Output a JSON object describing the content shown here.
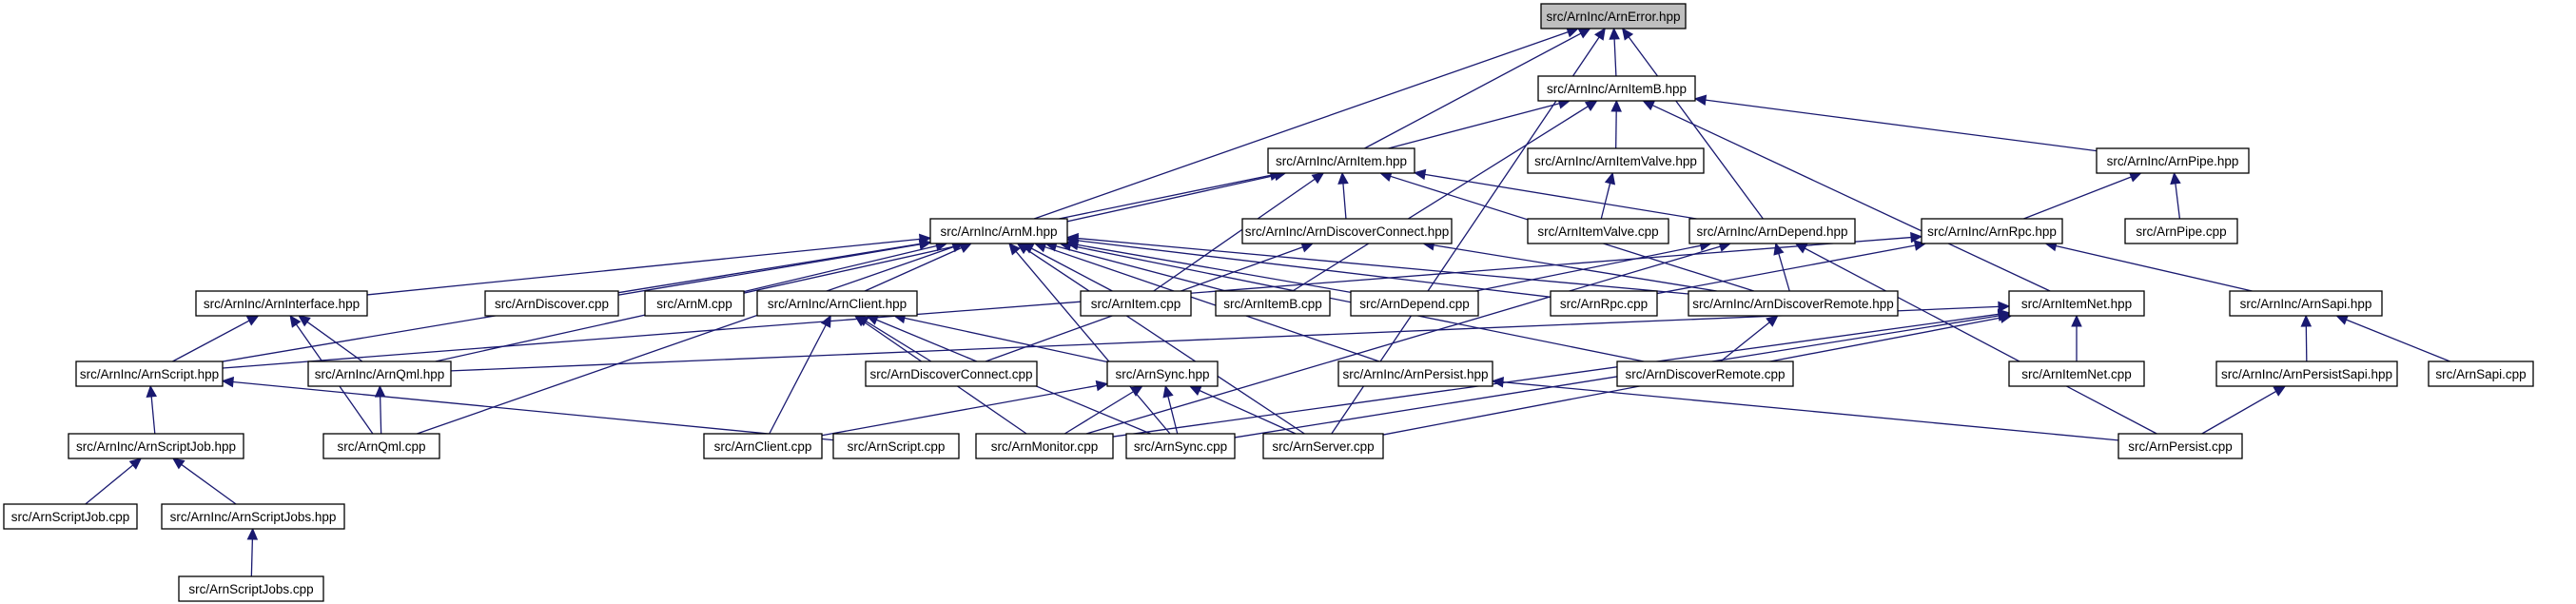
{
  "graph": {
    "kind": "include-dependency-graph",
    "edge_color": "#191970",
    "root_fill": "#bfbfbf",
    "node_fill": "#ffffff",
    "nodes": [
      {
        "id": "ArnError_hpp",
        "label": "src/ArnInc/ArnError.hpp",
        "root": true
      },
      {
        "id": "ArnItemB_hpp",
        "label": "src/ArnInc/ArnItemB.hpp"
      },
      {
        "id": "ArnItem_hpp",
        "label": "src/ArnInc/ArnItem.hpp"
      },
      {
        "id": "ArnItemValve_hpp",
        "label": "src/ArnInc/ArnItemValve.hpp"
      },
      {
        "id": "ArnPipe_hpp",
        "label": "src/ArnInc/ArnPipe.hpp"
      },
      {
        "id": "ArnM_hpp",
        "label": "src/ArnInc/ArnM.hpp"
      },
      {
        "id": "ArnDiscoverConnect_hpp",
        "label": "src/ArnInc/ArnDiscoverConnect.hpp"
      },
      {
        "id": "ArnItemValve_cpp",
        "label": "src/ArnItemValve.cpp"
      },
      {
        "id": "ArnDepend_hpp",
        "label": "src/ArnInc/ArnDepend.hpp"
      },
      {
        "id": "ArnRpc_hpp",
        "label": "src/ArnInc/ArnRpc.hpp"
      },
      {
        "id": "ArnPipe_cpp",
        "label": "src/ArnPipe.cpp"
      },
      {
        "id": "ArnInterface_hpp",
        "label": "src/ArnInc/ArnInterface.hpp"
      },
      {
        "id": "ArnDiscover_cpp",
        "label": "src/ArnDiscover.cpp"
      },
      {
        "id": "ArnM_cpp",
        "label": "src/ArnM.cpp"
      },
      {
        "id": "ArnClient_hpp",
        "label": "src/ArnInc/ArnClient.hpp"
      },
      {
        "id": "ArnItem_cpp",
        "label": "src/ArnItem.cpp"
      },
      {
        "id": "ArnItemB_cpp",
        "label": "src/ArnItemB.cpp"
      },
      {
        "id": "ArnDepend_cpp",
        "label": "src/ArnDepend.cpp"
      },
      {
        "id": "ArnRpc_cpp",
        "label": "src/ArnRpc.cpp"
      },
      {
        "id": "ArnDiscoverRemote_hpp",
        "label": "src/ArnInc/ArnDiscoverRemote.hpp"
      },
      {
        "id": "ArnItemNet_hpp",
        "label": "src/ArnItemNet.hpp"
      },
      {
        "id": "ArnSapi_hpp",
        "label": "src/ArnInc/ArnSapi.hpp"
      },
      {
        "id": "ArnScript_hpp",
        "label": "src/ArnInc/ArnScript.hpp"
      },
      {
        "id": "ArnQml_hpp",
        "label": "src/ArnInc/ArnQml.hpp"
      },
      {
        "id": "ArnDiscoverConnect_cpp",
        "label": "src/ArnDiscoverConnect.cpp"
      },
      {
        "id": "ArnSync_hpp",
        "label": "src/ArnSync.hpp"
      },
      {
        "id": "ArnPersist_hpp",
        "label": "src/ArnInc/ArnPersist.hpp"
      },
      {
        "id": "ArnDiscoverRemote_cpp",
        "label": "src/ArnDiscoverRemote.cpp"
      },
      {
        "id": "ArnItemNet_cpp",
        "label": "src/ArnItemNet.cpp"
      },
      {
        "id": "ArnPersistSapi_hpp",
        "label": "src/ArnInc/ArnPersistSapi.hpp"
      },
      {
        "id": "ArnSapi_cpp",
        "label": "src/ArnSapi.cpp"
      },
      {
        "id": "ArnScriptJob_hpp",
        "label": "src/ArnInc/ArnScriptJob.hpp"
      },
      {
        "id": "ArnQml_cpp",
        "label": "src/ArnQml.cpp"
      },
      {
        "id": "ArnClient_cpp",
        "label": "src/ArnClient.cpp"
      },
      {
        "id": "ArnScript_cpp",
        "label": "src/ArnScript.cpp"
      },
      {
        "id": "ArnMonitor_cpp",
        "label": "src/ArnMonitor.cpp"
      },
      {
        "id": "ArnSync_cpp",
        "label": "src/ArnSync.cpp"
      },
      {
        "id": "ArnServer_cpp",
        "label": "src/ArnServer.cpp"
      },
      {
        "id": "ArnPersist_cpp",
        "label": "src/ArnPersist.cpp"
      },
      {
        "id": "ArnScriptJob_cpp",
        "label": "src/ArnScriptJob.cpp"
      },
      {
        "id": "ArnScriptJobs_hpp",
        "label": "src/ArnInc/ArnScriptJobs.hpp"
      },
      {
        "id": "ArnScriptJobs_cpp",
        "label": "src/ArnScriptJobs.cpp"
      }
    ],
    "edges": [
      {
        "from": "ArnItemB_hpp",
        "to": "ArnError_hpp"
      },
      {
        "from": "ArnItem_hpp",
        "to": "ArnError_hpp"
      },
      {
        "from": "ArnM_hpp",
        "to": "ArnError_hpp"
      },
      {
        "from": "ArnDepend_hpp",
        "to": "ArnError_hpp"
      },
      {
        "from": "ArnServer_cpp",
        "to": "ArnError_hpp"
      },
      {
        "from": "ArnItem_hpp",
        "to": "ArnItemB_hpp"
      },
      {
        "from": "ArnItemValve_hpp",
        "to": "ArnItemB_hpp"
      },
      {
        "from": "ArnPipe_hpp",
        "to": "ArnItemB_hpp"
      },
      {
        "from": "ArnItemB_cpp",
        "to": "ArnItemB_hpp"
      },
      {
        "from": "ArnItemNet_hpp",
        "to": "ArnItemB_hpp"
      },
      {
        "from": "ArnItemValve_cpp",
        "to": "ArnItemValve_hpp"
      },
      {
        "from": "ArnPipe_cpp",
        "to": "ArnPipe_hpp"
      },
      {
        "from": "ArnRpc_hpp",
        "to": "ArnPipe_hpp"
      },
      {
        "from": "ArnM_hpp",
        "to": "ArnItem_hpp"
      },
      {
        "from": "ArnDiscoverConnect_hpp",
        "to": "ArnItem_hpp"
      },
      {
        "from": "ArnDepend_hpp",
        "to": "ArnItem_hpp"
      },
      {
        "from": "ArnItem_cpp",
        "to": "ArnItem_hpp"
      },
      {
        "from": "ArnDiscoverRemote_hpp",
        "to": "ArnItem_hpp"
      },
      {
        "from": "ArnQml_hpp",
        "to": "ArnItem_hpp"
      },
      {
        "from": "ArnDiscoverConnect_cpp",
        "to": "ArnDiscoverConnect_hpp"
      },
      {
        "from": "ArnDiscoverRemote_hpp",
        "to": "ArnDiscoverConnect_hpp"
      },
      {
        "from": "ArnDepend_cpp",
        "to": "ArnDepend_hpp"
      },
      {
        "from": "ArnDiscoverRemote_hpp",
        "to": "ArnDepend_hpp"
      },
      {
        "from": "ArnPersist_cpp",
        "to": "ArnDepend_hpp"
      },
      {
        "from": "ArnMonitor_cpp",
        "to": "ArnDepend_hpp"
      },
      {
        "from": "ArnRpc_cpp",
        "to": "ArnRpc_hpp"
      },
      {
        "from": "ArnSapi_hpp",
        "to": "ArnRpc_hpp"
      },
      {
        "from": "ArnScript_hpp",
        "to": "ArnRpc_hpp"
      },
      {
        "from": "ArnInterface_hpp",
        "to": "ArnM_hpp"
      },
      {
        "from": "ArnDiscover_cpp",
        "to": "ArnM_hpp"
      },
      {
        "from": "ArnM_cpp",
        "to": "ArnM_hpp"
      },
      {
        "from": "ArnClient_hpp",
        "to": "ArnM_hpp"
      },
      {
        "from": "ArnItem_cpp",
        "to": "ArnM_hpp"
      },
      {
        "from": "ArnItemB_cpp",
        "to": "ArnM_hpp"
      },
      {
        "from": "ArnDepend_cpp",
        "to": "ArnM_hpp"
      },
      {
        "from": "ArnRpc_cpp",
        "to": "ArnM_hpp"
      },
      {
        "from": "ArnDiscoverRemote_hpp",
        "to": "ArnM_hpp"
      },
      {
        "from": "ArnScript_hpp",
        "to": "ArnM_hpp"
      },
      {
        "from": "ArnQml_cpp",
        "to": "ArnM_hpp"
      },
      {
        "from": "ArnPersist_hpp",
        "to": "ArnM_hpp"
      },
      {
        "from": "ArnDiscoverRemote_cpp",
        "to": "ArnM_hpp"
      },
      {
        "from": "ArnSync_cpp",
        "to": "ArnM_hpp"
      },
      {
        "from": "ArnServer_cpp",
        "to": "ArnM_hpp"
      },
      {
        "from": "ArnScript_hpp",
        "to": "ArnInterface_hpp"
      },
      {
        "from": "ArnQml_hpp",
        "to": "ArnInterface_hpp"
      },
      {
        "from": "ArnQml_cpp",
        "to": "ArnInterface_hpp"
      },
      {
        "from": "ArnDiscoverConnect_cpp",
        "to": "ArnClient_hpp"
      },
      {
        "from": "ArnSync_hpp",
        "to": "ArnClient_hpp"
      },
      {
        "from": "ArnClient_cpp",
        "to": "ArnClient_hpp"
      },
      {
        "from": "ArnMonitor_cpp",
        "to": "ArnClient_hpp"
      },
      {
        "from": "ArnSync_cpp",
        "to": "ArnClient_hpp"
      },
      {
        "from": "ArnDiscoverRemote_cpp",
        "to": "ArnDiscoverRemote_hpp"
      },
      {
        "from": "ArnQml_hpp",
        "to": "ArnItemNet_hpp"
      },
      {
        "from": "ArnItemNet_cpp",
        "to": "ArnItemNet_hpp"
      },
      {
        "from": "ArnMonitor_cpp",
        "to": "ArnItemNet_hpp"
      },
      {
        "from": "ArnSync_cpp",
        "to": "ArnItemNet_hpp"
      },
      {
        "from": "ArnServer_cpp",
        "to": "ArnItemNet_hpp"
      },
      {
        "from": "ArnPersistSapi_hpp",
        "to": "ArnSapi_hpp"
      },
      {
        "from": "ArnSapi_cpp",
        "to": "ArnSapi_hpp"
      },
      {
        "from": "ArnScriptJob_hpp",
        "to": "ArnScript_hpp"
      },
      {
        "from": "ArnScript_cpp",
        "to": "ArnScript_hpp"
      },
      {
        "from": "ArnQml_cpp",
        "to": "ArnQml_hpp"
      },
      {
        "from": "ArnClient_cpp",
        "to": "ArnSync_hpp"
      },
      {
        "from": "ArnMonitor_cpp",
        "to": "ArnSync_hpp"
      },
      {
        "from": "ArnSync_cpp",
        "to": "ArnSync_hpp"
      },
      {
        "from": "ArnServer_cpp",
        "to": "ArnSync_hpp"
      },
      {
        "from": "ArnPersist_cpp",
        "to": "ArnPersist_hpp"
      },
      {
        "from": "ArnPersist_cpp",
        "to": "ArnPersistSapi_hpp"
      },
      {
        "from": "ArnScriptJob_cpp",
        "to": "ArnScriptJob_hpp"
      },
      {
        "from": "ArnScriptJobs_hpp",
        "to": "ArnScriptJob_hpp"
      },
      {
        "from": "ArnScriptJobs_cpp",
        "to": "ArnScriptJobs_hpp"
      }
    ]
  }
}
